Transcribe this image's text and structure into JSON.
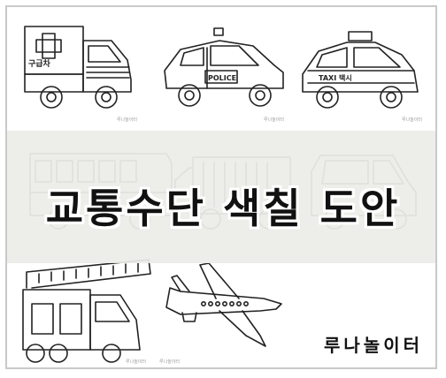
{
  "title": "교통수단 색칠 도안",
  "brand": "루나놀이터",
  "vehicles": {
    "ambulance_label": "구급차",
    "police_label": "POLICE",
    "taxi_label": "TAXI 택시"
  },
  "watermark": "루나놀이터"
}
